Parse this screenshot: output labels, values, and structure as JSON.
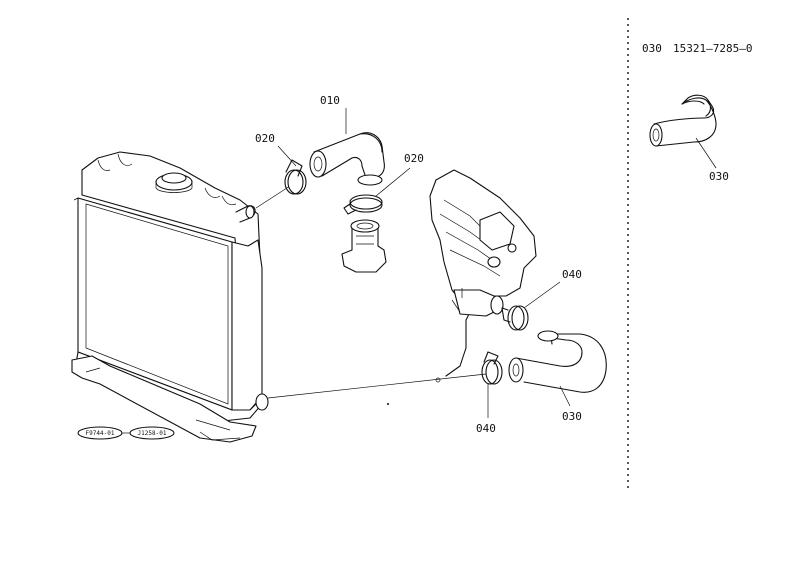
{
  "inset": {
    "part_no": "030",
    "code": "15321—7285—0",
    "label": "030"
  },
  "callouts": {
    "hose_upper": "010",
    "clamp_upper_left": "020",
    "clamp_upper_right": "020",
    "clamp_lower_right": "040",
    "clamp_lower_left": "040",
    "hose_lower": "030"
  },
  "ref_badges": {
    "left": "F9744-01",
    "right": "J1258-01"
  },
  "colors": {
    "ink": "#111111",
    "paper": "#ffffff"
  }
}
